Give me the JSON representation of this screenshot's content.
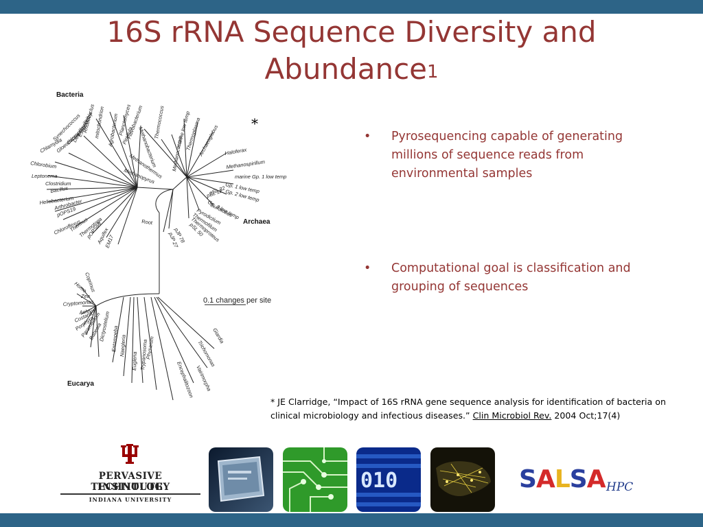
{
  "slide": {
    "title": "16S rRNA Sequence Diversity and",
    "title_line2": "Abundance",
    "title_sup": "1",
    "asterisk": "*",
    "bullets": [
      {
        "marker": "•",
        "text": "Pyrosequencing capable of generating millions of sequence reads from environmental samples"
      },
      {
        "marker": "•",
        "text": "Computational goal is classification and grouping of sequences"
      }
    ],
    "reference": {
      "prefix": "* JE Clarridge, “Impact of 16S rRNA gene sequence analysis for identification of bacteria on clinical microbiology and infectious diseases.” ",
      "journal": "Clin Microbiol Rev.",
      "suffix": " 2004 Oct;17(4)"
    }
  },
  "tree": {
    "domain_labels": [
      "Bacteria",
      "Archaea",
      "Eucarya"
    ],
    "root_label": "Root",
    "scale_label": "0.1 changes per site",
    "bacteria_taxa": [
      "Planctomyces",
      "Flavobacterium",
      "mitochondrion",
      "Agrobacterium",
      "Pirellula",
      "Rhodocyclus",
      "Escherichia",
      "Desulfovibrio",
      "chloroplast",
      "Synechococcus",
      "Gloeobacter",
      "Chlamydia",
      "Chlorobium",
      "Leptonema",
      "Clostridium",
      "Bacillus",
      "Heliobacterium",
      "Arthrobacter",
      "pOPS19",
      "Chloroflexus",
      "Thermus",
      "Thermotoga",
      "pOPS66",
      "Aquifex",
      "EM17"
    ],
    "archaea_taxa": [
      "Methanobacterium",
      "Thermococcus",
      "Methanococcus",
      "marine low temp",
      "Thermoplasma",
      "Archaeoglobus",
      "Haloferax",
      "Methanothermus",
      "Methanospirillum",
      "Methanopyrus",
      "marine Gp. 1 low temp",
      "Gp. 1 low temp",
      "Gp. 2 low temp",
      "pSL 22",
      "pSL 12",
      "Gp. 3 low temp",
      "Sulfolobus",
      "Pyrodictium",
      "Thermofilum",
      "Thermoproteus",
      "pSL 50",
      "pJP 78",
      "pJP 27"
    ],
    "eucarya_taxa": [
      "Coprinus",
      "Homo",
      "Zea",
      "Cryptomonas",
      "Achlya",
      "Costaria",
      "Porphyra",
      "Paramecium",
      "Babesia",
      "Dictyostelium",
      "Entamoeba",
      "Naegleria",
      "Euglena",
      "Trypanosoma",
      "Physarum",
      "Encephalitozoon",
      "Vairimorpha",
      "Trichomonas",
      "Giardia"
    ]
  },
  "footer": {
    "pti_line1": "PERVASIVE TECHNOLOGY",
    "pti_line2": "INSTITUTE",
    "pti_line3": "INDIANA UNIVERSITY",
    "iu_monogram": "IU",
    "salsa_letters": [
      "S",
      "A",
      "L",
      "S",
      "A"
    ],
    "hpc": "HPC",
    "colors": {
      "bar": "#2d6487",
      "title": "#943634",
      "iu_crimson": "#990000",
      "salsa": [
        "#2a3f9e",
        "#d42a2a",
        "#e8b320",
        "#2a3f9e",
        "#d42a2a"
      ]
    }
  }
}
